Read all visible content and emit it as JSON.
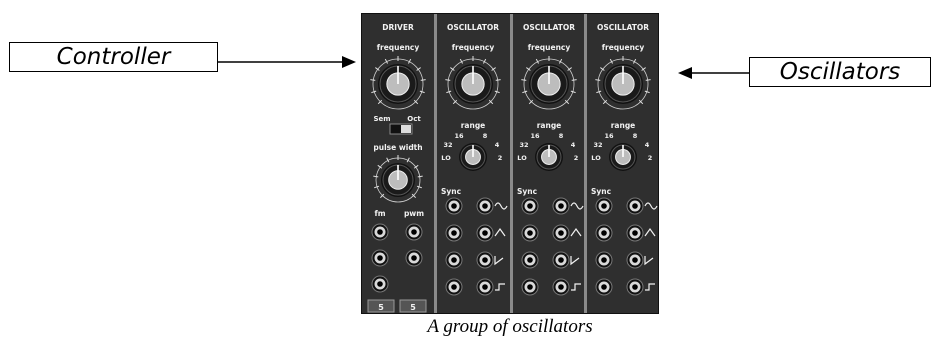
{
  "callouts": {
    "left_label": "Controller",
    "right_label": "Oscillators"
  },
  "caption": "A group of oscillators",
  "driver": {
    "title": "DRIVER",
    "frequency_label": "frequency",
    "switch_left_label": "Sem",
    "switch_right_label": "Oct",
    "pulse_width_label": "pulse width",
    "fm_label": "fm",
    "pwm_label": "pwm",
    "display_left": "5",
    "display_right": "5"
  },
  "oscillators": [
    {
      "title": "OSCILLATOR",
      "frequency_label": "frequency",
      "range_label": "range",
      "sync_label": "Sync",
      "range_ticks": [
        "16",
        "8",
        "32",
        "4",
        "LO",
        "2"
      ]
    },
    {
      "title": "OSCILLATOR",
      "frequency_label": "frequency",
      "range_label": "range",
      "sync_label": "Sync",
      "range_ticks": [
        "16",
        "8",
        "32",
        "4",
        "LO",
        "2"
      ]
    },
    {
      "title": "OSCILLATOR",
      "frequency_label": "frequency",
      "range_label": "range",
      "sync_label": "Sync",
      "range_ticks": [
        "16",
        "8",
        "32",
        "4",
        "LO",
        "2"
      ]
    }
  ],
  "colors": {
    "panel": "#2f2f2f",
    "panel_text": "#f2f2f2",
    "knob": "#bdbdbd",
    "jack": "#d9d9d9",
    "display": "#555555"
  },
  "waveform_icons": [
    "sine-wave-icon",
    "triangle-wave-icon",
    "sawtooth-wave-icon",
    "square-wave-icon"
  ]
}
